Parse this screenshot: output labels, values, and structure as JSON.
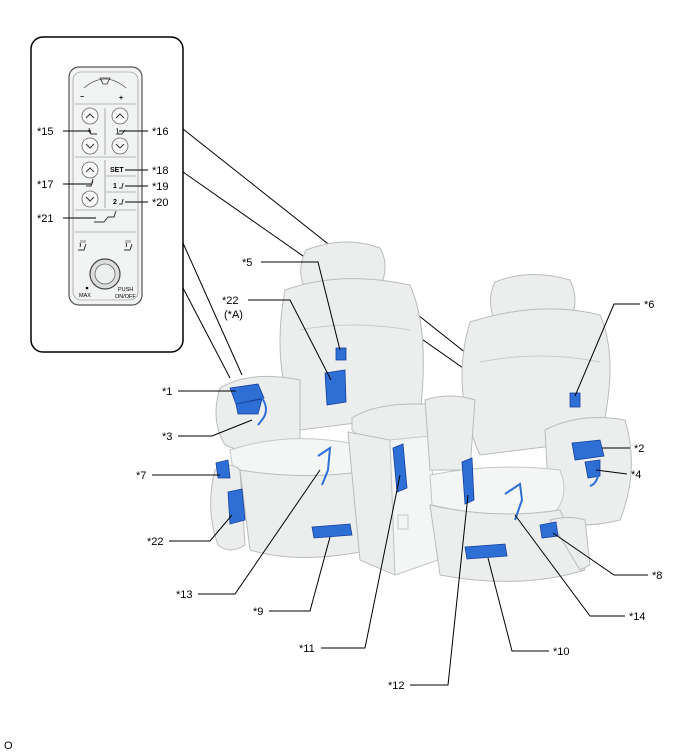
{
  "callouts": {
    "c1": "*1",
    "c2": "*2",
    "c3": "*3",
    "c4": "*4",
    "c5": "*5",
    "c6": "*6",
    "c7": "*7",
    "c8": "*8",
    "c9": "*9",
    "c10": "*10",
    "c11": "*11",
    "c12": "*12",
    "c13": "*13",
    "c14": "*14",
    "c15": "*15",
    "c16": "*16",
    "c17": "*17",
    "c18": "*18",
    "c19": "*19",
    "c20": "*20",
    "c21": "*21",
    "c22a": "*22",
    "c22a_note": "(*A)",
    "c22b": "*22"
  },
  "remote": {
    "minus": "−",
    "plus": "+",
    "set": "SET",
    "mem1": "1",
    "mem2": "2",
    "max": "MAX",
    "push": "PUSH",
    "onoff": "ON/OFF"
  },
  "footer_code": "O",
  "colors": {
    "part": "#2e6fd6",
    "seat": "#eceeee"
  }
}
